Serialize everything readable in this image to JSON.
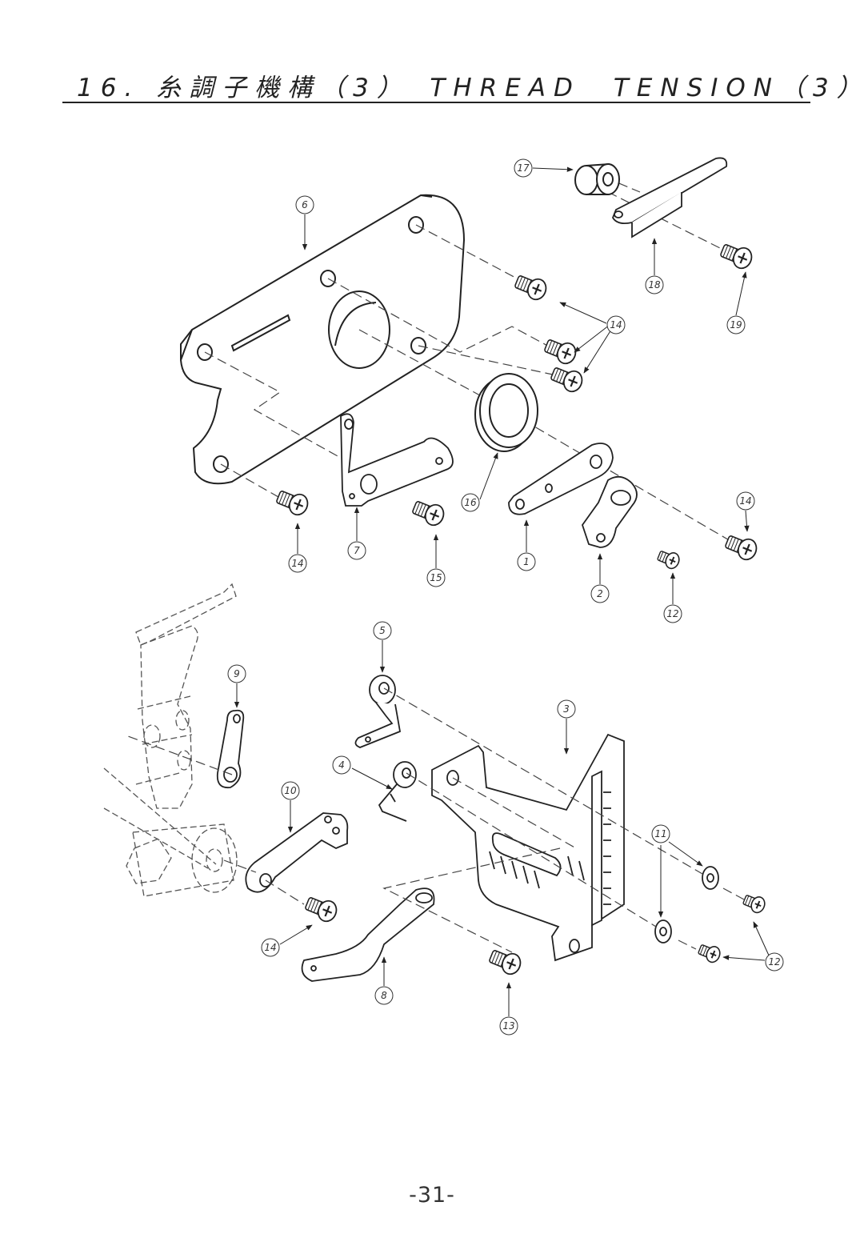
{
  "page": {
    "title": "16. 糸調子機構（3）　THREAD　TENSION（3）",
    "page_number": "-31-"
  },
  "callouts": [
    "1",
    "2",
    "3",
    "4",
    "5",
    "6",
    "7",
    "8",
    "9",
    "10",
    "11",
    "12",
    "13",
    "14",
    "15",
    "16",
    "17",
    "18",
    "19"
  ],
  "colors": {
    "line": "#222222",
    "dashed": "#444444",
    "paper": "#ffffff"
  }
}
